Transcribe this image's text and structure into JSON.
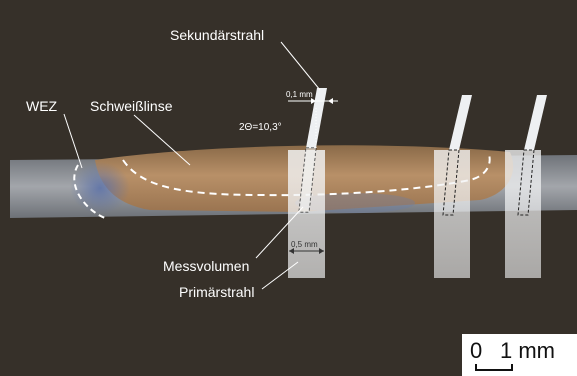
{
  "labels": {
    "sekundaerstrahl": "Sekundärstrahl",
    "wez": "WEZ",
    "schweisslinse": "Schweißlinse",
    "angle": "2Θ=10,3°",
    "width_secondary": "0,1 mm",
    "messvolumen": "Messvolumen",
    "width_primary": "0,5 mm",
    "primaerstrahl": "Primärstrahl"
  },
  "scale_bar": {
    "start": "0",
    "end": "1 mm"
  },
  "colors": {
    "background": "#3a342c",
    "weld_zone": "#a57d55",
    "base_metal": "#8a8f98",
    "haz_tint": "#6a7aa0",
    "beam": "#e8eaec",
    "annotation": "#ffffff"
  }
}
